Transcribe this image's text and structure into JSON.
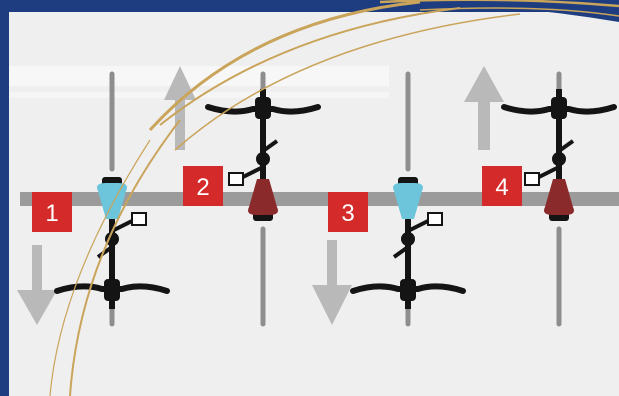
{
  "diagram": {
    "labels": [
      "1",
      "2",
      "3",
      "4"
    ],
    "rack_color": "#9b9b9b",
    "label_color": "#d42a2a",
    "saddle_colors": {
      "1": "#6cc5db",
      "2": "#8b2a2a",
      "3": "#6cc5db",
      "4": "#8b2a2a"
    },
    "arrow_directions": {
      "1": "down",
      "2": "up",
      "3": "down",
      "4": "up"
    },
    "frame_colors": {
      "navy": "#1e3d80",
      "gold": "#c9a45a",
      "background": "#efefef"
    }
  }
}
